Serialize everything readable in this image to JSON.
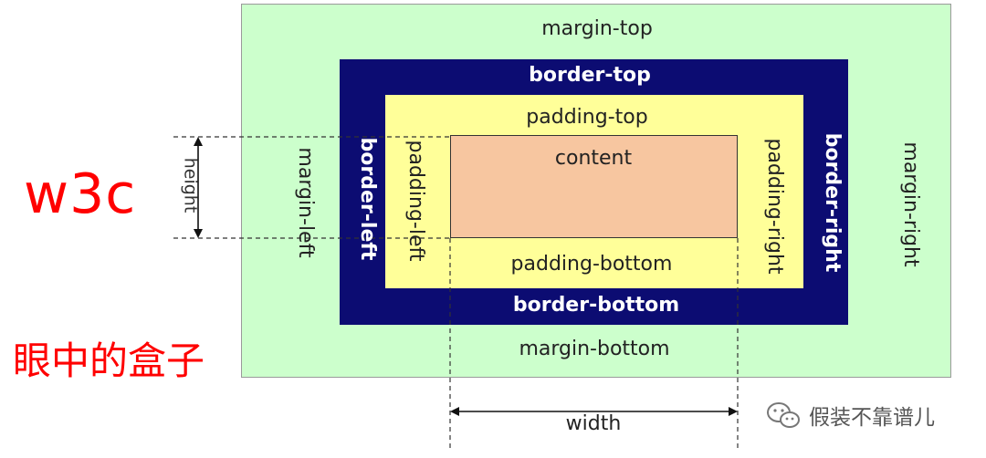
{
  "labels": {
    "margin_top": "margin-top",
    "margin_bottom": "margin-bottom",
    "margin_left": "margin-left",
    "margin_right": "margin-right",
    "border_top": "border-top",
    "border_bottom": "border-bottom",
    "border_left": "border-left",
    "border_right": "border-right",
    "padding_top": "padding-top",
    "padding_bottom": "padding-bottom",
    "padding_left": "padding-left",
    "padding_right": "padding-right",
    "content": "content",
    "height": "height",
    "width": "width"
  },
  "annotations": {
    "w3c": "w3c",
    "caption": "眼中的盒子"
  },
  "watermark": {
    "text": "假装不靠谱儿",
    "icon": "wechat-icon"
  },
  "colors": {
    "margin": "#ccffcc",
    "border": "#0c0c72",
    "padding": "#ffff99",
    "content": "#f7c6a0",
    "annotation": "#ff0000"
  }
}
